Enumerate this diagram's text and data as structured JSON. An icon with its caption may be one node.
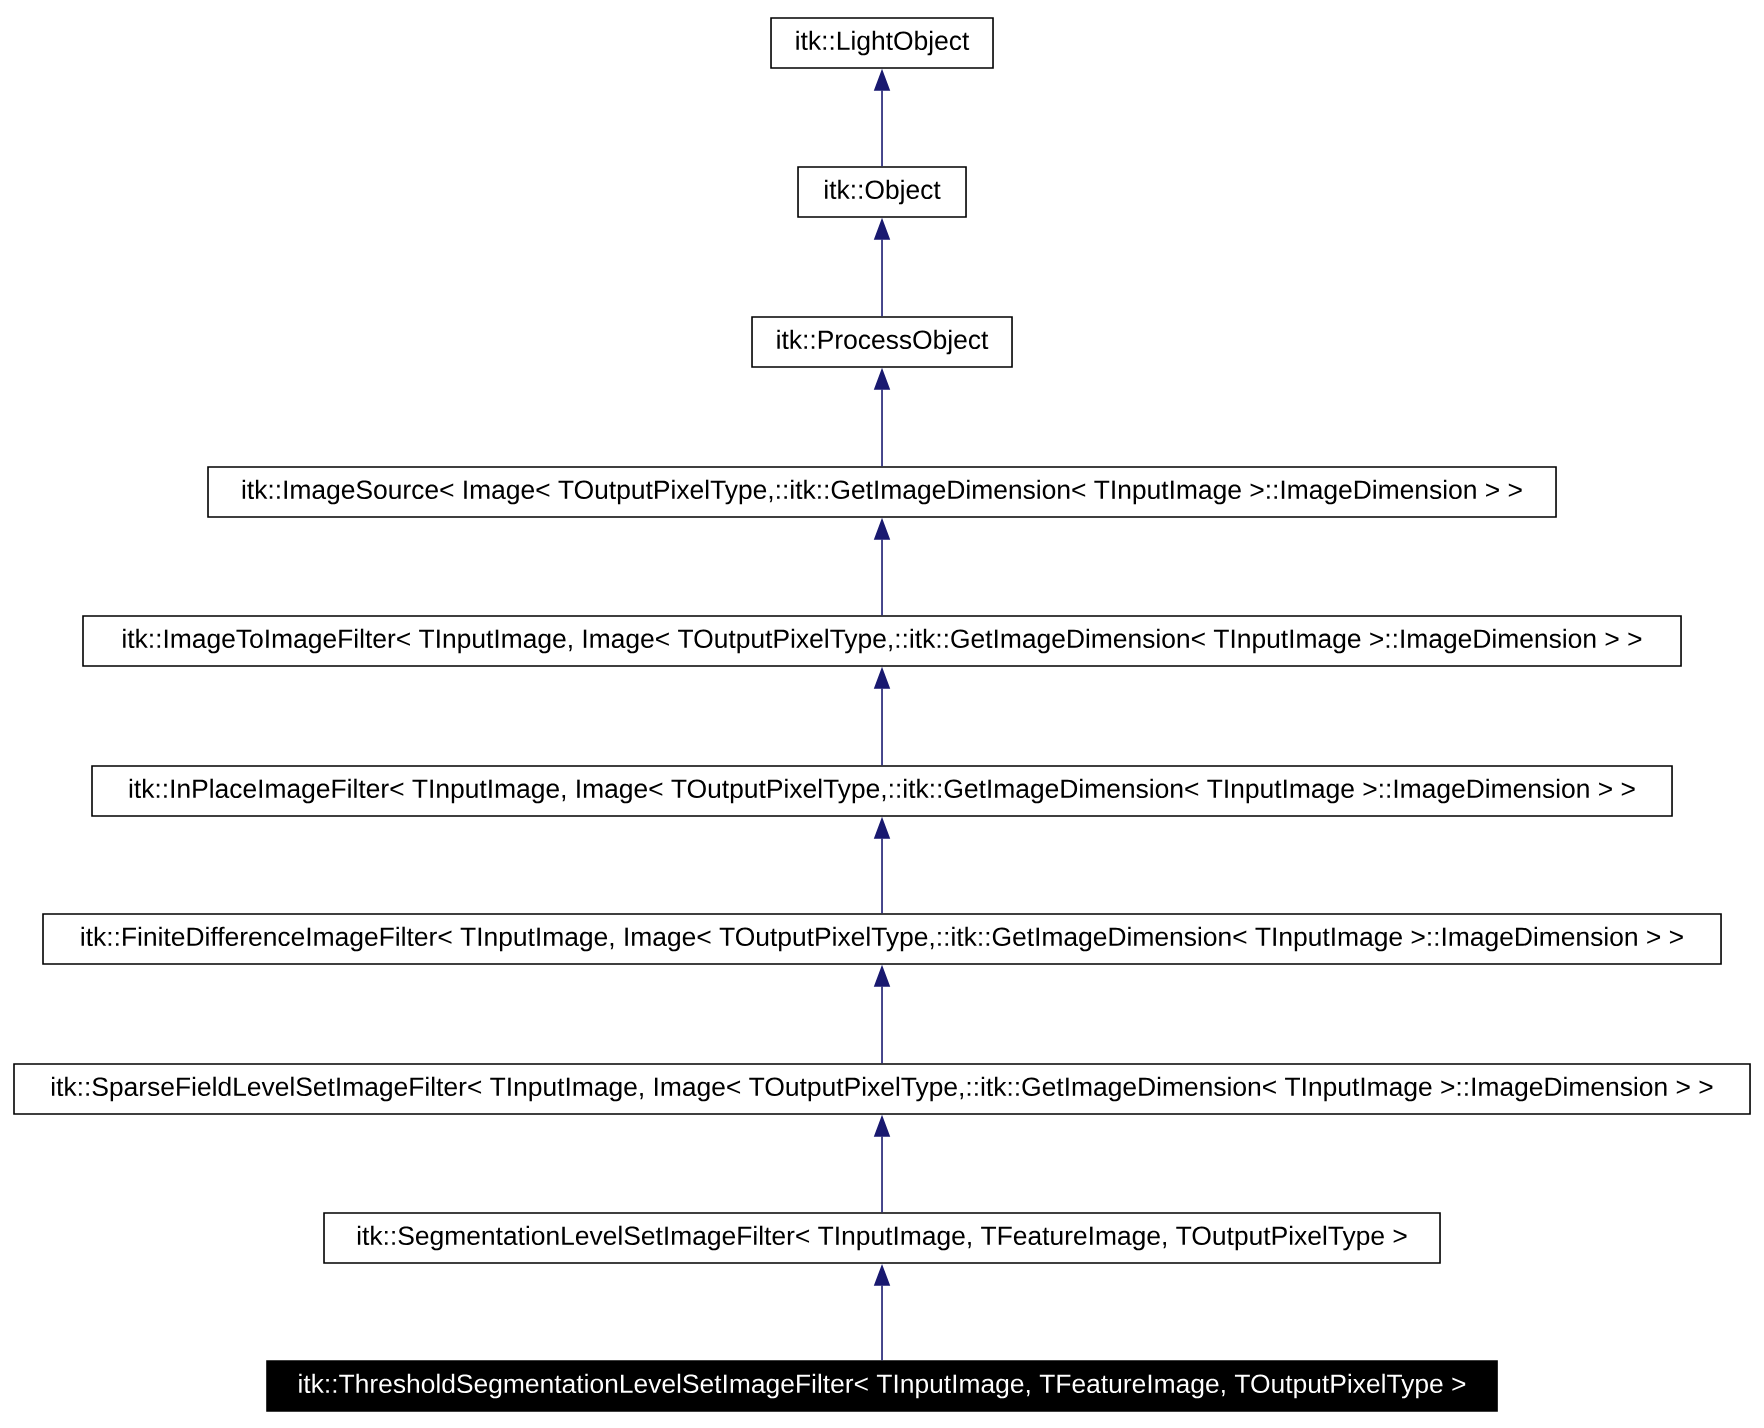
{
  "diagram": {
    "nodes": [
      {
        "text": [
          "itk::LightObject"
        ]
      },
      {
        "text": [
          "itk::Object"
        ]
      },
      {
        "text": [
          "itk::ProcessObject"
        ]
      },
      {
        "text": [
          "itk::ImageSource< Image< TOutputPixelType,::itk::GetImageDimension< TInputImage >::ImageDimension > >"
        ]
      },
      {
        "text": [
          "itk::ImageToImageFilter< TInputImage, Image< TOutputPixelType,::itk::GetImageDimension< TInputImage >::ImageDimension > >"
        ]
      },
      {
        "text": [
          "itk::InPlaceImageFilter< TInputImage, Image< TOutputPixelType,::itk::GetImageDimension< TInputImage >::ImageDimension > >"
        ]
      },
      {
        "text": [
          "itk::FiniteDifferenceImageFilter< TInputImage, Image< TOutputPixelType,::itk::GetImageDimension< TInputImage >::ImageDimension > >"
        ]
      },
      {
        "text": [
          "itk::SparseFieldLevelSetImageFilter< TInputImage, Image< TOutputPixelType,::itk::GetImageDimension< TInputImage >::ImageDimension > >"
        ]
      },
      {
        "text": [
          "itk::SegmentationLevelSetImageFilter< TInputImage, TFeatureImage, TOutputPixelType >"
        ]
      },
      {
        "text": [
          "itk::ThresholdSegmentationLevelSetImageFilter< TInputImage, TFeatureImage, TOutputPixelType >"
        ]
      }
    ],
    "edges": [
      {
        "from": 1,
        "to": 0,
        "arrow": "to"
      },
      {
        "from": 2,
        "to": 1,
        "arrow": "to"
      },
      {
        "from": 3,
        "to": 2,
        "arrow": "to"
      },
      {
        "from": 4,
        "to": 3,
        "arrow": "to"
      },
      {
        "from": 5,
        "to": 4,
        "arrow": "to"
      },
      {
        "from": 6,
        "to": 5,
        "arrow": "to"
      },
      {
        "from": 7,
        "to": 6,
        "arrow": "to"
      },
      {
        "from": 8,
        "to": 7,
        "arrow": "to"
      },
      {
        "from": 9,
        "to": 8,
        "arrow": "to"
      }
    ]
  }
}
